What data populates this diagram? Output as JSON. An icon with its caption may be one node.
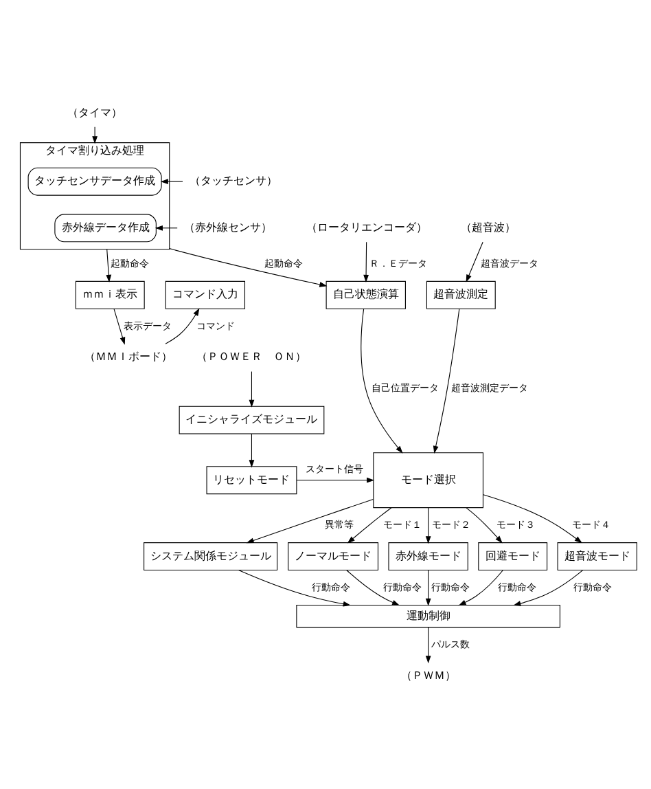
{
  "diagram": {
    "nodes": [
      {
        "text": [
          "（タイマ）"
        ]
      },
      {
        "text": [
          "タイマ割り込み処理"
        ]
      },
      {
        "text": [
          "タッチセンサデータ作成"
        ],
        "in": 1
      },
      {
        "text": [
          "赤外線データ作成"
        ],
        "in": 1
      },
      {
        "text": [
          "（タッチセンサ）"
        ]
      },
      {
        "text": [
          "（赤外線センサ）"
        ]
      },
      {
        "text": [
          "（超音波）"
        ]
      },
      {
        "text": [
          "（ロータリエンコーダ）"
        ]
      },
      {
        "text": [
          "ｍｍｉ表示"
        ]
      },
      {
        "text": [
          "コマンド入力"
        ]
      },
      {
        "text": [
          "自己状態演算"
        ]
      },
      {
        "text": [
          "超音波測定"
        ]
      },
      {
        "text": [
          "（ＭＭＩボード）"
        ]
      },
      {
        "text": [
          "（ＰＯＷＥＲ　ＯＮ）"
        ]
      },
      {
        "text": [
          "イニシャライズモジュール"
        ]
      },
      {
        "text": [
          "リセットモード"
        ]
      },
      {
        "text": [
          "モード選択"
        ]
      },
      {
        "text": [
          "システム関係モジュール"
        ]
      },
      {
        "text": [
          "ノーマルモード"
        ]
      },
      {
        "text": [
          "赤外線モード"
        ]
      },
      {
        "text": [
          "回避モード"
        ]
      },
      {
        "text": [
          "超音波モード"
        ]
      },
      {
        "text": [
          "運動制御"
        ]
      },
      {
        "text": [
          "（ＰＷＭ）"
        ]
      }
    ],
    "edges": [
      {
        "from": 0,
        "to": 1,
        "arrow": "to"
      },
      {
        "from": 4,
        "to": 2,
        "arrow": "to"
      },
      {
        "from": 5,
        "to": 3,
        "arrow": "to"
      },
      {
        "from": 1,
        "to": 8,
        "arrow": "to",
        "label": "起動命令"
      },
      {
        "from": 1,
        "to": 10,
        "arrow": "to",
        "label": "起動命令"
      },
      {
        "from": 7,
        "to": 10,
        "arrow": "to",
        "label": "Ｒ．Ｅデータ"
      },
      {
        "from": 6,
        "to": 11,
        "arrow": "to",
        "label": "超音波データ"
      },
      {
        "from": 8,
        "to": 12,
        "arrow": "to",
        "label": "表示データ"
      },
      {
        "from": 12,
        "to": 9,
        "arrow": "to",
        "label": "コマンド"
      },
      {
        "from": 10,
        "to": 16,
        "arrow": "to",
        "label": "自己位置データ"
      },
      {
        "from": 11,
        "to": 16,
        "arrow": "to",
        "label": "超音波測定データ"
      },
      {
        "from": 13,
        "to": 14,
        "arrow": "to"
      },
      {
        "from": 14,
        "to": 15,
        "arrow": "to"
      },
      {
        "from": 15,
        "to": 16,
        "arrow": "to",
        "label": "スタート信号"
      },
      {
        "from": 16,
        "to": 17,
        "arrow": "to",
        "label": "異常等"
      },
      {
        "from": 16,
        "to": 18,
        "arrow": "to",
        "label": "モード１"
      },
      {
        "from": 16,
        "to": 19,
        "arrow": "to",
        "label": "モード２"
      },
      {
        "from": 16,
        "to": 20,
        "arrow": "to",
        "label": "モード３"
      },
      {
        "from": 16,
        "to": 21,
        "arrow": "to",
        "label": "モード４"
      },
      {
        "from": 17,
        "to": 22,
        "arrow": "to",
        "label": "行動命令"
      },
      {
        "from": 20,
        "to": 22,
        "arrow": "to",
        "label": "行動命令"
      },
      {
        "from": 18,
        "to": 22,
        "arrow": "to",
        "label": "行動命令"
      },
      {
        "from": 21,
        "to": 22,
        "arrow": "to",
        "label": "行動命令"
      },
      {
        "from": 19,
        "to": 22,
        "arrow": "to",
        "label": "行動命令"
      },
      {
        "from": 22,
        "to": 23,
        "arrow": "to",
        "label": "パルス数"
      }
    ]
  }
}
